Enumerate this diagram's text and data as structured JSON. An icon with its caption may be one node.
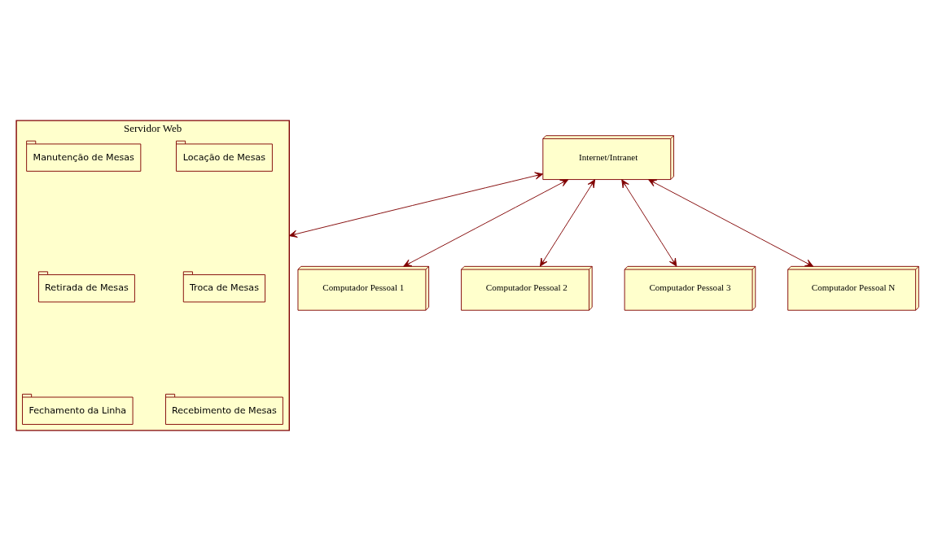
{
  "diagram": {
    "nodes": [
      {
        "text": [
          "Servidor Web"
        ]
      },
      {
        "text": [
          "Locação de Mesas"
        ],
        "in": 0
      },
      {
        "text": [
          "Manutenção de Mesas"
        ],
        "in": 0
      },
      {
        "text": [
          "Troca de Mesas"
        ],
        "in": 0
      },
      {
        "text": [
          "Retirada de Mesas"
        ],
        "in": 0
      },
      {
        "text": [
          "Recebimento de Mesas"
        ],
        "in": 0
      },
      {
        "text": [
          "Fechamento da Linha"
        ],
        "in": 0
      },
      {
        "text": [
          "Internet/Intranet"
        ]
      },
      {
        "text": [
          "Computador Pessoal 1"
        ]
      },
      {
        "text": [
          "Computador Pessoal 2"
        ]
      },
      {
        "text": [
          "Computador Pessoal 3"
        ]
      },
      {
        "text": [
          "Computador Pessoal N"
        ]
      }
    ],
    "edges": [
      {
        "from": 0,
        "to": 7,
        "arrow": "both"
      },
      {
        "from": 7,
        "to": 8,
        "arrow": "both"
      },
      {
        "from": 7,
        "to": 9,
        "arrow": "both"
      },
      {
        "from": 7,
        "to": 10,
        "arrow": "both"
      },
      {
        "from": 7,
        "to": 11,
        "arrow": "both"
      }
    ]
  }
}
